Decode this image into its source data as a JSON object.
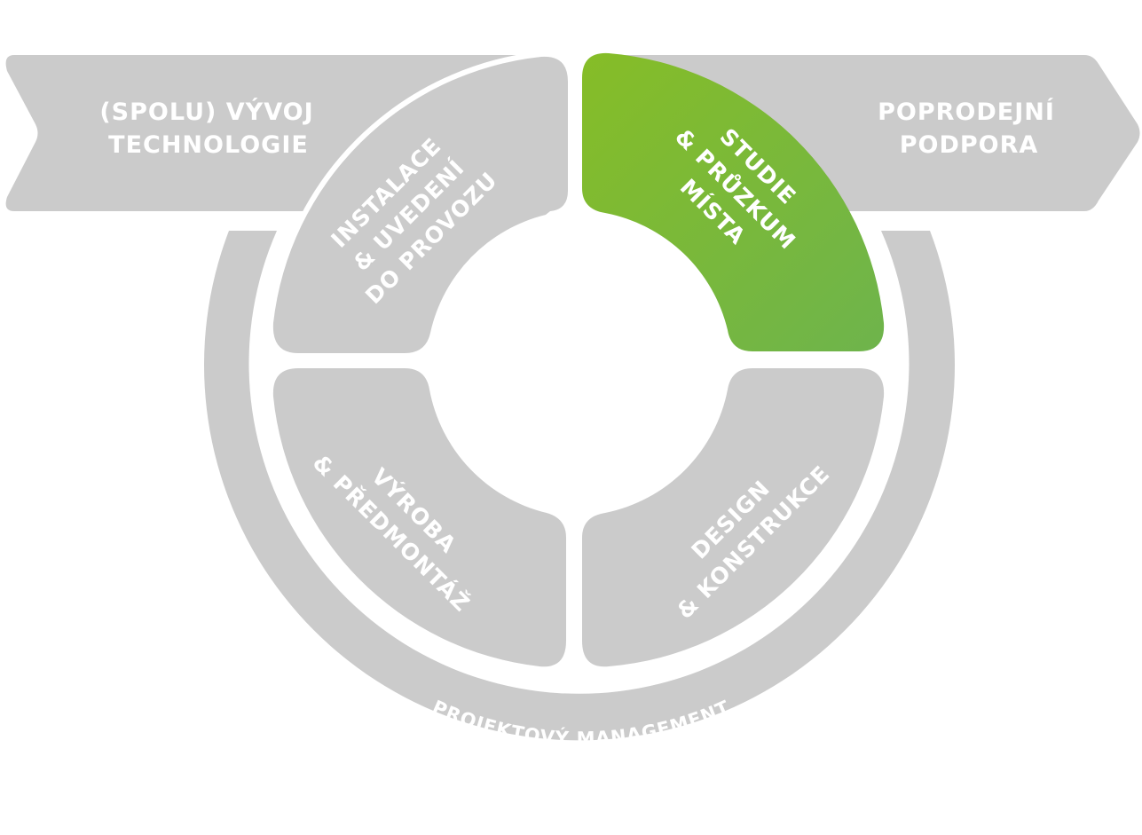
{
  "colors": {
    "segment": "#cbcbcb",
    "active_start": "#86bd27",
    "active_end": "#6eb44c",
    "text": "#ffffff"
  },
  "banners": {
    "left": {
      "line1": "(SPOLU) VÝVOJ",
      "line2": "TECHNOLOGIE"
    },
    "right": {
      "line1": "POPRODEJNÍ",
      "line2": "PODPORA"
    }
  },
  "segments": {
    "top_right": {
      "line1": "STUDIE",
      "line2": "& PRŮZKUM",
      "line3": "MÍSTA",
      "active": true
    },
    "bottom_right": {
      "line1": "DESIGN",
      "line2": "& KONSTRUKCE",
      "active": false
    },
    "bottom_left": {
      "line1": "VÝROBA",
      "line2": "& PŘEDMONTÁŽ",
      "active": false
    },
    "top_left": {
      "line1": "INSTALACE",
      "line2": "& UVEDENÍ",
      "line3": "DO PROVOZU",
      "active": false
    }
  },
  "ring": {
    "label": "PROJEKTOVÝ MANAGEMENT"
  }
}
